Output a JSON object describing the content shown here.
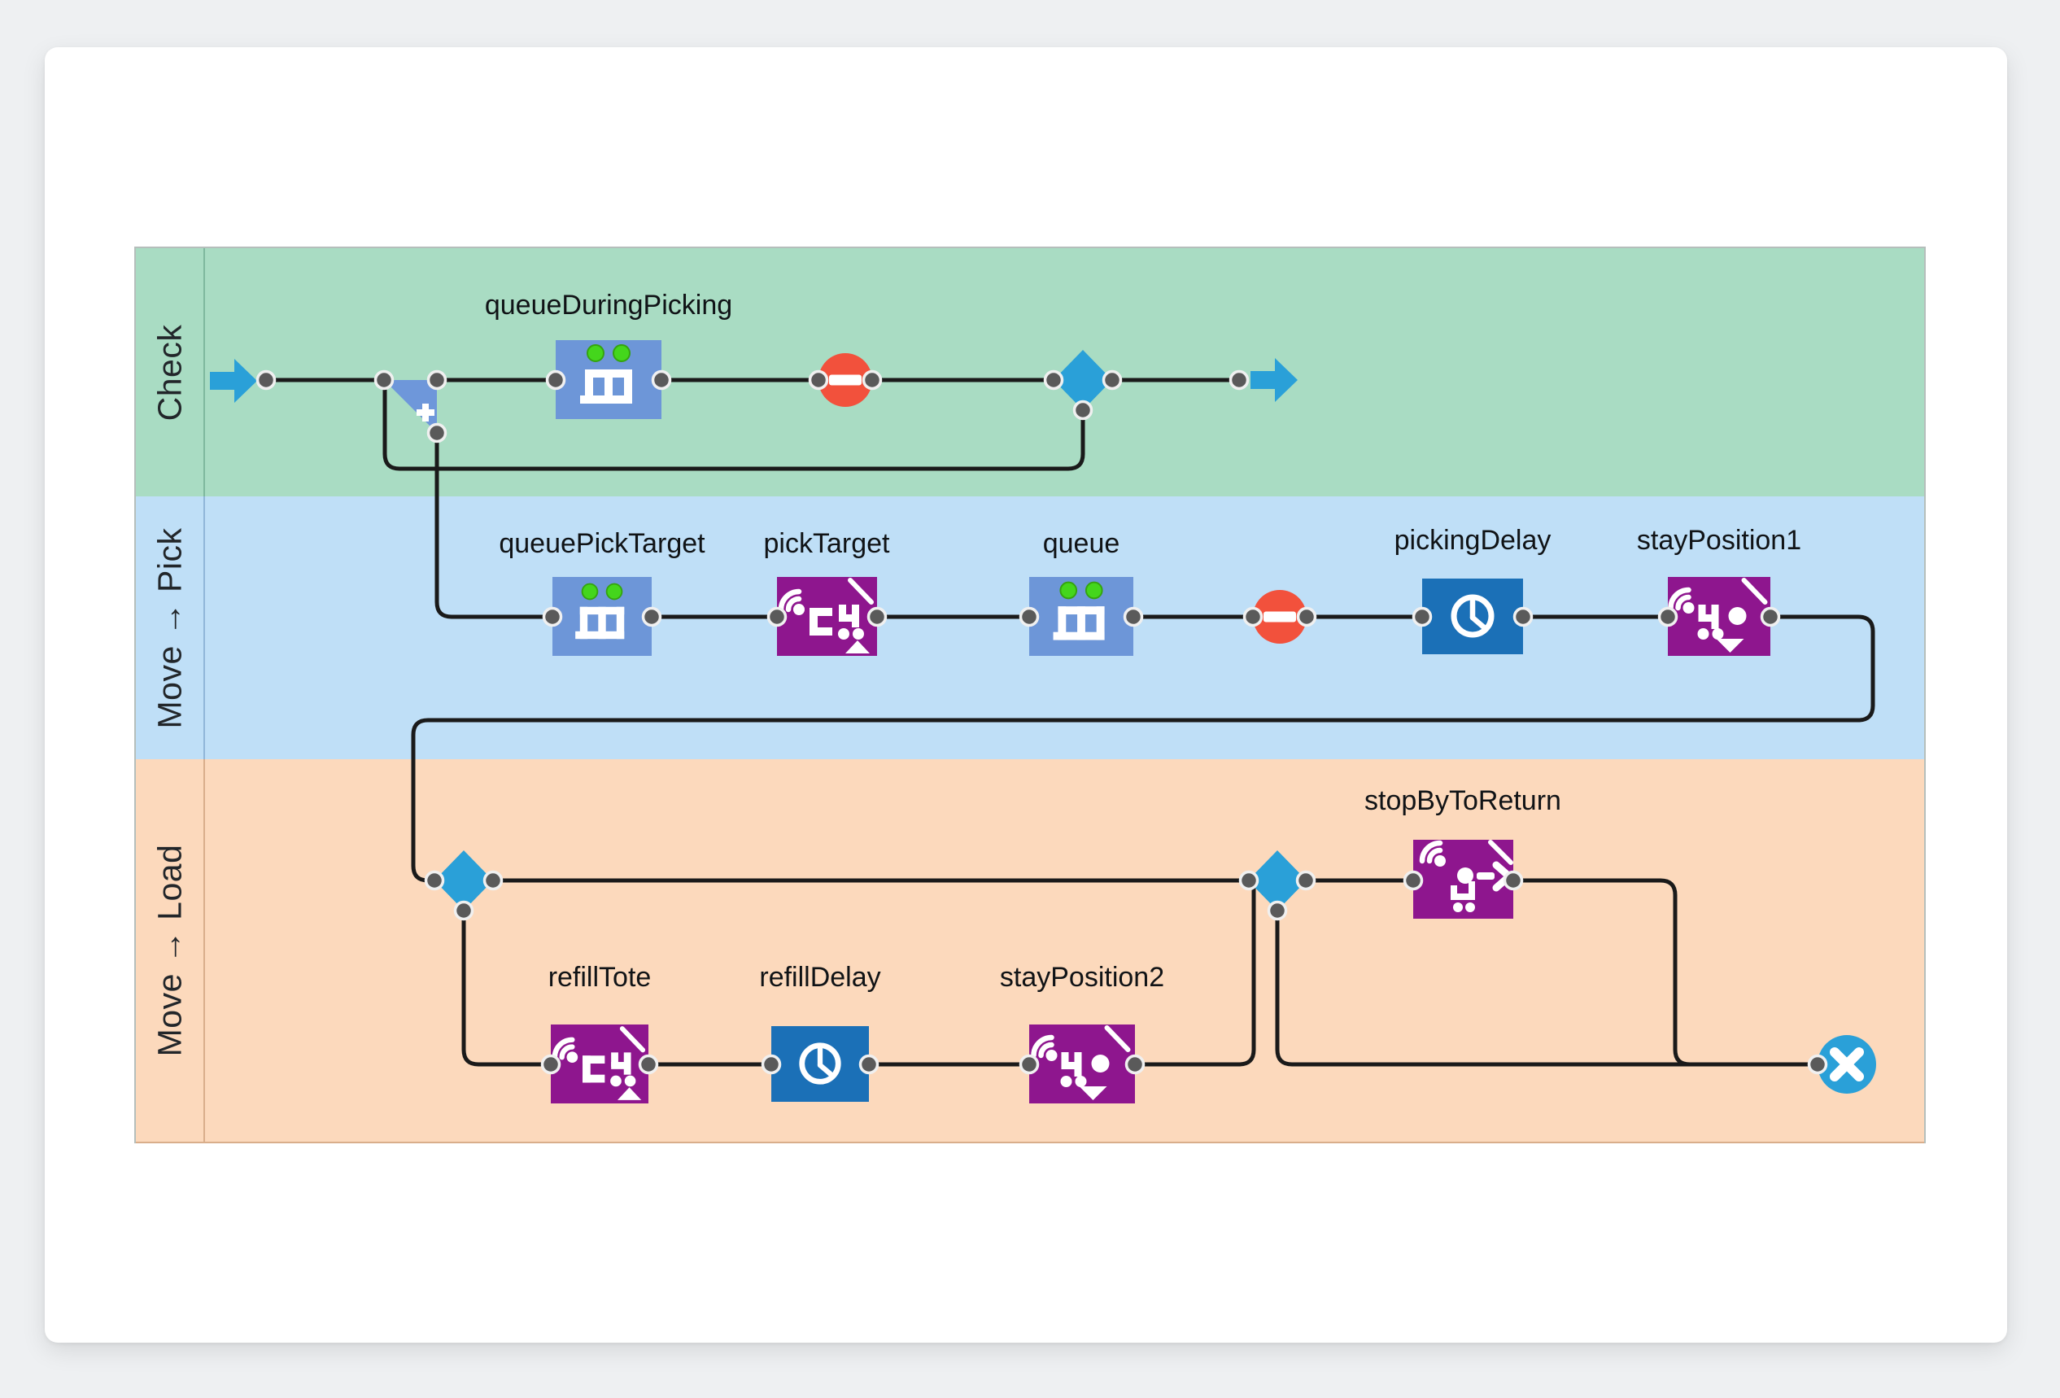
{
  "app": {
    "kind": "process-flow-diagram",
    "background_color": "#eef0f2",
    "canvas_color": "#ffffff"
  },
  "lanes": [
    {
      "id": "check",
      "label": "Check",
      "color": "#a9dcc3"
    },
    {
      "id": "move_pick",
      "label": "Move → Pick",
      "color": "#bfdff7"
    },
    {
      "id": "move_load",
      "label": "Move → Load",
      "color": "#fcd9bc"
    }
  ],
  "blocks": {
    "queueDuringPicking": {
      "label": "queueDuringPicking",
      "type": "queue",
      "lane": "Check"
    },
    "queuePickTarget": {
      "label": "queuePickTarget",
      "type": "queue",
      "lane": "Move → Pick"
    },
    "pickTarget": {
      "label": "pickTarget",
      "type": "transporter-move",
      "lane": "Move → Pick"
    },
    "queue": {
      "label": "queue",
      "type": "queue",
      "lane": "Move → Pick"
    },
    "pickingDelay": {
      "label": "pickingDelay",
      "type": "delay",
      "lane": "Move → Pick"
    },
    "stayPosition1": {
      "label": "stayPosition1",
      "type": "transporter-stay",
      "lane": "Move → Pick"
    },
    "stopByToReturn": {
      "label": "stopByToReturn",
      "type": "transporter-return",
      "lane": "Move → Load"
    },
    "refillTote": {
      "label": "refillTote",
      "type": "transporter-move",
      "lane": "Move → Load"
    },
    "refillDelay": {
      "label": "refillDelay",
      "type": "delay",
      "lane": "Move → Load"
    },
    "stayPosition2": {
      "label": "stayPosition2",
      "type": "transporter-stay",
      "lane": "Move → Load"
    }
  },
  "unlabeled_nodes": [
    "enter-arrow",
    "split-plus-triangle",
    "restricted-area-stop (Check)",
    "select-output-diamond (Check)",
    "exit-arrow (Check)",
    "restricted-area-stop (Move → Pick)",
    "select-output-diamond (Move → Load) x2",
    "sink-x-circle"
  ],
  "edges": [
    "enter → split",
    "split → queueDuringPicking",
    "queueDuringPicking → stop1",
    "stop1 → selectOutputCheck",
    "selectOutputCheck → exit",
    "selectOutputCheck ↩ split (loop below)",
    "split ↓ queuePickTarget",
    "queuePickTarget → pickTarget",
    "pickTarget → queue",
    "queue → stop2",
    "stop2 → pickingDelay",
    "pickingDelay → stayPosition1",
    "stayPosition1 ↩ selectOutputLoad1 (wrap left)",
    "selectOutputLoad1 → selectOutputLoad2",
    "selectOutputLoad1 ↓ refillTote",
    "refillTote → refillDelay",
    "refillDelay → stayPosition2",
    "stayPosition2 ↑ selectOutputLoad2",
    "selectOutputLoad2 → stopByToReturn",
    "selectOutputLoad2 ↓ sink",
    "stopByToReturn ↓ sink"
  ],
  "colors": {
    "lane_green": "#a9dcc3",
    "lane_blue": "#bfdff7",
    "lane_orange": "#fcd9bc",
    "queue_block": "#6d96d8",
    "delay_block": "#1b70b7",
    "transporter_block": "#8e168e",
    "accent_blue_nodes": "#2aa0d8",
    "stop_node_red": "#f2513c",
    "split_triangle": "#6e97da",
    "green_status_dot": "#44d61c",
    "connector": "#1a1a1a",
    "port_dot": "#5a5a5a"
  }
}
